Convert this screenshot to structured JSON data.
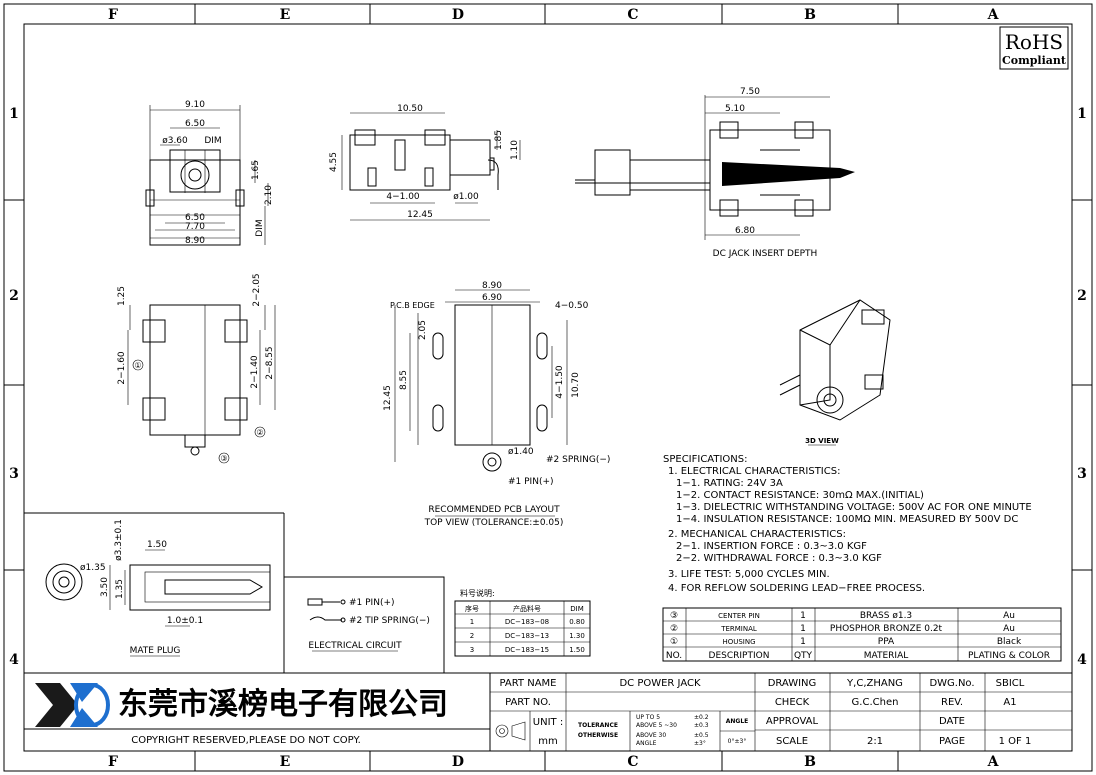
{
  "zone_letters": [
    "F",
    "E",
    "D",
    "C",
    "B",
    "A"
  ],
  "zone_numbers": [
    "1",
    "2",
    "3",
    "4"
  ],
  "rohs": {
    "line1": "RoHS",
    "line2": "Compliant"
  },
  "dims_front": {
    "d1": "9.10",
    "d2": "6.50",
    "d3": "ø3.60",
    "d4": "DIM",
    "d5": "1.65",
    "d6": "2.10",
    "d7": "6.50",
    "d8": "7.70",
    "d9": "8.90",
    "d10": "DIM"
  },
  "dims_side": {
    "d1": "10.50",
    "d2": "4.55",
    "d3": "1.85",
    "d4": "1.10",
    "d5": "4−1.00",
    "d6": "ø1.00",
    "d7": "12.45"
  },
  "dims_section": {
    "d1": "7.50",
    "d2": "5.10",
    "d3": "6.80",
    "caption": "DC JACK INSERT DEPTH"
  },
  "dims_top": {
    "d1": "1.25",
    "d2": "2−2.05",
    "d3": "2−1.60",
    "d4": "2−1.40",
    "d5": "2−8.55",
    "c1": "①",
    "c2": "②",
    "c3": "③"
  },
  "pcb": {
    "d1": "8.90",
    "d2": "6.90",
    "d3": "P.C.B EDGE",
    "d4": "4−0.50",
    "d5": "2.05",
    "d6": "8.55",
    "d7": "12.45",
    "d8": "4−1.50",
    "d9": "10.70",
    "d10": "ø1.40",
    "d11": "#2  SPRING(−)",
    "d12": "#1  PIN(+)",
    "caption1": "RECOMMENDED PCB LAYOUT",
    "caption2": "TOP VIEW (TOLERANCE:±0.05)"
  },
  "view3d_label": "3D VIEW",
  "specs": [
    "SPECIFICATIONS:",
    "1. ELECTRICAL CHARACTERISTICS:",
    "1−1. RATING: 24V 3A",
    "1−2. CONTACT RESISTANCE: 30mΩ MAX.(INITIAL)",
    "1−3. DIELECTRIC WITHSTANDING VOLTAGE: 500V AC FOR ONE MINUTE",
    "1−4. INSULATION RESISTANCE: 100MΩ MIN. MEASURED BY 500V DC",
    "2. MECHANICAL CHARACTERISTICS:",
    "2−1. INSERTION FORCE : 0.3~3.0 KGF",
    "2−2. WITHDRAWAL FORCE : 0.3~3.0 KGF",
    "3. LIFE TEST: 5,000 CYCLES MIN.",
    "4. FOR REFLOW SOLDERING LEAD−FREE PROCESS."
  ],
  "mate_plug": {
    "d1": "ø3.3±0.1",
    "d2": "1.50",
    "d3": "ø1.35",
    "d4": "3.50",
    "d5": "1.35",
    "d6": "1.0±0.1",
    "caption": "MATE PLUG"
  },
  "circuit": {
    "l1": "#1  PIN(+)",
    "l2": "#2  TIP SPRING(−)",
    "caption": "ELECTRICAL CIRCUIT"
  },
  "material_table": {
    "title": "料号说明:",
    "headers": [
      "序号",
      "产品料号",
      "DIM"
    ],
    "rows": [
      [
        "1",
        "DC−183−08",
        "0.80"
      ],
      [
        "2",
        "DC−183−13",
        "1.30"
      ],
      [
        "3",
        "DC−183−15",
        "1.50"
      ]
    ]
  },
  "bom": {
    "rows": [
      {
        "no": "③",
        "desc": "CENTER PIN",
        "qty": "1",
        "mat": "BRASS ø1.3",
        "plat": "Au"
      },
      {
        "no": "②",
        "desc": "TERMINAL",
        "qty": "1",
        "mat": "PHOSPHOR BRONZE 0.2t",
        "plat": "Au"
      },
      {
        "no": "①",
        "desc": "HOUSING",
        "qty": "1",
        "mat": "PPA",
        "plat": "Black"
      }
    ],
    "header": {
      "no": "NO.",
      "desc": "DESCRIPTION",
      "qty": "QTY",
      "mat": "MATERIAL",
      "plat": "PLATING & COLOR"
    }
  },
  "company": "东莞市溪榜电子有限公司",
  "copyright": "COPYRIGHT RESERVED,PLEASE DO NOT COPY.",
  "title_block": {
    "part_name_label": "PART NAME",
    "part_name": "DC POWER JACK",
    "part_no_label": "PART NO.",
    "part_no": "",
    "unit_label": "UNIT :",
    "unit": "mm",
    "tol_label": "TOLERANCE",
    "tol_label2": "OTHERWISE",
    "tol1_range": "UP TO 5",
    "tol1_val": "±0.2",
    "tol2_range": "ABOVE 5 ~30",
    "tol2_val": "±0.3",
    "tol3_range": "ABOVE 30",
    "tol3_val": "±0.5",
    "tol4_range": "ANGLE",
    "tol4_val": "±3°",
    "angle_label": "ANGLE",
    "angle_val": "0°±3°",
    "drawing_label": "DRAWING",
    "drawing": "Y,C,ZHANG",
    "check_label": "CHECK",
    "check": "G.C.Chen",
    "approval_label": "APPROVAL",
    "approval": "",
    "scale_label": "SCALE",
    "scale": "2:1",
    "dwgno_label": "DWG.No.",
    "dwgno": "SBICL",
    "rev_label": "REV.",
    "rev": "A1",
    "date_label": "DATE",
    "date": "",
    "page_label": "PAGE",
    "page": "1  OF  1"
  },
  "logo_icon": "xb-logo-icon"
}
